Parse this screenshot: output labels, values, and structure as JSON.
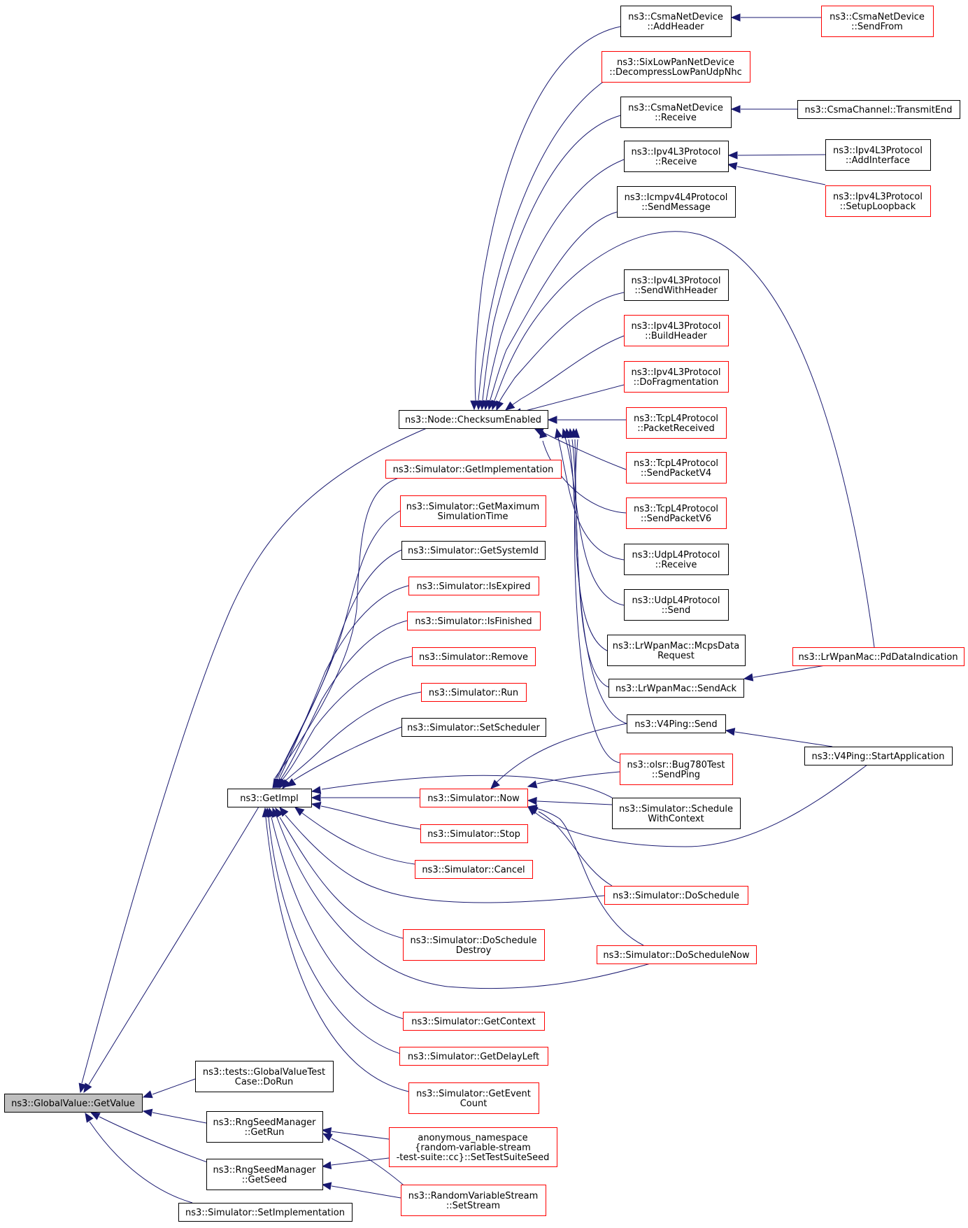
{
  "nodes": [
    {
      "id": "getvalue",
      "lines": [
        "ns3::GlobalValue::GetValue"
      ],
      "style": "gray"
    },
    {
      "id": "checksum",
      "lines": [
        "ns3::Node::ChecksumEnabled"
      ],
      "style": "black"
    },
    {
      "id": "getimpl",
      "lines": [
        "ns3::GetImpl"
      ],
      "style": "black"
    },
    {
      "id": "gvtest",
      "lines": [
        "ns3::tests::GlobalValueTest",
        "Case::DoRun"
      ],
      "style": "black"
    },
    {
      "id": "getrun",
      "lines": [
        "ns3::RngSeedManager",
        "::GetRun"
      ],
      "style": "black"
    },
    {
      "id": "getseed",
      "lines": [
        "ns3::RngSeedManager",
        "::GetSeed"
      ],
      "style": "black"
    },
    {
      "id": "setimpl",
      "lines": [
        "ns3::Simulator::SetImplementation"
      ],
      "style": "black"
    },
    {
      "id": "csma_addheader",
      "lines": [
        "ns3::CsmaNetDevice",
        "::AddHeader"
      ],
      "style": "black"
    },
    {
      "id": "csma_sendfrom",
      "lines": [
        "ns3::CsmaNetDevice",
        "::SendFrom"
      ],
      "style": "red"
    },
    {
      "id": "sixlowpan",
      "lines": [
        "ns3::SixLowPanNetDevice",
        "::DecompressLowPanUdpNhc"
      ],
      "style": "red"
    },
    {
      "id": "csma_receive",
      "lines": [
        "ns3::CsmaNetDevice",
        "::Receive"
      ],
      "style": "black"
    },
    {
      "id": "csma_transmit",
      "lines": [
        "ns3::CsmaChannel::TransmitEnd"
      ],
      "style": "black"
    },
    {
      "id": "ipv4_receive",
      "lines": [
        "ns3::Ipv4L3Protocol",
        "::Receive"
      ],
      "style": "black"
    },
    {
      "id": "ipv4_addif",
      "lines": [
        "ns3::Ipv4L3Protocol",
        "::AddInterface"
      ],
      "style": "black"
    },
    {
      "id": "ipv4_setuplo",
      "lines": [
        "ns3::Ipv4L3Protocol",
        "::SetupLoopback"
      ],
      "style": "red"
    },
    {
      "id": "icmp_send",
      "lines": [
        "ns3::Icmpv4L4Protocol",
        "::SendMessage"
      ],
      "style": "black"
    },
    {
      "id": "ipv4_sendwh",
      "lines": [
        "ns3::Ipv4L3Protocol",
        "::SendWithHeader"
      ],
      "style": "black"
    },
    {
      "id": "ipv4_build",
      "lines": [
        "ns3::Ipv4L3Protocol",
        "::BuildHeader"
      ],
      "style": "red"
    },
    {
      "id": "ipv4_frag",
      "lines": [
        "ns3::Ipv4L3Protocol",
        "::DoFragmentation"
      ],
      "style": "red"
    },
    {
      "id": "tcp_recv",
      "lines": [
        "ns3::TcpL4Protocol",
        "::PacketReceived"
      ],
      "style": "red"
    },
    {
      "id": "tcp_v4",
      "lines": [
        "ns3::TcpL4Protocol",
        "::SendPacketV4"
      ],
      "style": "red"
    },
    {
      "id": "tcp_v6",
      "lines": [
        "ns3::TcpL4Protocol",
        "::SendPacketV6"
      ],
      "style": "red"
    },
    {
      "id": "udp_recv",
      "lines": [
        "ns3::UdpL4Protocol",
        "::Receive"
      ],
      "style": "black"
    },
    {
      "id": "udp_send",
      "lines": [
        "ns3::UdpL4Protocol",
        "::Send"
      ],
      "style": "black"
    },
    {
      "id": "lr_mcps",
      "lines": [
        "ns3::LrWpanMac::McpsData",
        "Request"
      ],
      "style": "black"
    },
    {
      "id": "lr_pddata",
      "lines": [
        "ns3::LrWpanMac::PdDataIndication"
      ],
      "style": "red"
    },
    {
      "id": "lr_sendack",
      "lines": [
        "ns3::LrWpanMac::SendAck"
      ],
      "style": "black"
    },
    {
      "id": "v4ping_send",
      "lines": [
        "ns3::V4Ping::Send"
      ],
      "style": "black"
    },
    {
      "id": "v4ping_start",
      "lines": [
        "ns3::V4Ping::StartApplication"
      ],
      "style": "black"
    },
    {
      "id": "olsr",
      "lines": [
        "ns3::olsr::Bug780Test",
        "::SendPing"
      ],
      "style": "red"
    },
    {
      "id": "sched_ctx",
      "lines": [
        "ns3::Simulator::Schedule",
        "WithContext"
      ],
      "style": "black"
    },
    {
      "id": "doschedule",
      "lines": [
        "ns3::Simulator::DoSchedule"
      ],
      "style": "red"
    },
    {
      "id": "doschednow",
      "lines": [
        "ns3::Simulator::DoScheduleNow"
      ],
      "style": "red"
    },
    {
      "id": "sim_getimpl",
      "lines": [
        "ns3::Simulator::GetImplementation"
      ],
      "style": "red"
    },
    {
      "id": "sim_getmax",
      "lines": [
        "ns3::Simulator::GetMaximum",
        "SimulationTime"
      ],
      "style": "red"
    },
    {
      "id": "sim_sysid",
      "lines": [
        "ns3::Simulator::GetSystemId"
      ],
      "style": "black"
    },
    {
      "id": "sim_isexp",
      "lines": [
        "ns3::Simulator::IsExpired"
      ],
      "style": "red"
    },
    {
      "id": "sim_isfin",
      "lines": [
        "ns3::Simulator::IsFinished"
      ],
      "style": "red"
    },
    {
      "id": "sim_remove",
      "lines": [
        "ns3::Simulator::Remove"
      ],
      "style": "red"
    },
    {
      "id": "sim_run",
      "lines": [
        "ns3::Simulator::Run"
      ],
      "style": "red"
    },
    {
      "id": "sim_setsched",
      "lines": [
        "ns3::Simulator::SetScheduler"
      ],
      "style": "black"
    },
    {
      "id": "sim_now",
      "lines": [
        "ns3::Simulator::Now"
      ],
      "style": "red"
    },
    {
      "id": "sim_stop",
      "lines": [
        "ns3::Simulator::Stop"
      ],
      "style": "red"
    },
    {
      "id": "sim_cancel",
      "lines": [
        "ns3::Simulator::Cancel"
      ],
      "style": "red"
    },
    {
      "id": "sim_destroy",
      "lines": [
        "ns3::Simulator::DoSchedule",
        "Destroy"
      ],
      "style": "red"
    },
    {
      "id": "sim_getctx",
      "lines": [
        "ns3::Simulator::GetContext"
      ],
      "style": "red"
    },
    {
      "id": "sim_delay",
      "lines": [
        "ns3::Simulator::GetDelayLeft"
      ],
      "style": "red"
    },
    {
      "id": "sim_evcount",
      "lines": [
        "ns3::Simulator::GetEvent",
        "Count"
      ],
      "style": "red"
    },
    {
      "id": "anon_seed",
      "lines": [
        "anonymous_namespace",
        "{random-variable-stream",
        "-test-suite::cc}::SetTestSuiteSeed"
      ],
      "style": "red"
    },
    {
      "id": "rvs_setstream",
      "lines": [
        "ns3::RandomVariableStream",
        "::SetStream"
      ],
      "style": "red"
    }
  ],
  "edges": [
    [
      "checksum",
      "getvalue"
    ],
    [
      "getimpl",
      "getvalue"
    ],
    [
      "gvtest",
      "getvalue"
    ],
    [
      "getrun",
      "getvalue"
    ],
    [
      "getseed",
      "getvalue"
    ],
    [
      "setimpl",
      "getvalue"
    ],
    [
      "csma_addheader",
      "checksum"
    ],
    [
      "sixlowpan",
      "checksum"
    ],
    [
      "csma_receive",
      "checksum"
    ],
    [
      "ipv4_receive",
      "checksum"
    ],
    [
      "icmp_send",
      "checksum"
    ],
    [
      "lr_pddata",
      "checksum"
    ],
    [
      "ipv4_sendwh",
      "checksum"
    ],
    [
      "ipv4_build",
      "checksum"
    ],
    [
      "ipv4_frag",
      "checksum"
    ],
    [
      "tcp_recv",
      "checksum"
    ],
    [
      "tcp_v4",
      "checksum"
    ],
    [
      "tcp_v6",
      "checksum"
    ],
    [
      "udp_recv",
      "checksum"
    ],
    [
      "udp_send",
      "checksum"
    ],
    [
      "lr_mcps",
      "checksum"
    ],
    [
      "lr_sendack",
      "checksum"
    ],
    [
      "v4ping_send",
      "checksum"
    ],
    [
      "olsr",
      "checksum"
    ],
    [
      "csma_sendfrom",
      "csma_addheader"
    ],
    [
      "csma_transmit",
      "csma_receive"
    ],
    [
      "ipv4_addif",
      "ipv4_receive"
    ],
    [
      "ipv4_setuplo",
      "ipv4_receive"
    ],
    [
      "lr_pddata",
      "lr_sendack"
    ],
    [
      "v4ping_start",
      "v4ping_send"
    ],
    [
      "sim_getimpl",
      "getimpl"
    ],
    [
      "sim_getmax",
      "getimpl"
    ],
    [
      "sim_sysid",
      "getimpl"
    ],
    [
      "sim_isexp",
      "getimpl"
    ],
    [
      "sim_isfin",
      "getimpl"
    ],
    [
      "sim_remove",
      "getimpl"
    ],
    [
      "sim_run",
      "getimpl"
    ],
    [
      "sim_setsched",
      "getimpl"
    ],
    [
      "sched_ctx",
      "getimpl"
    ],
    [
      "sim_now",
      "getimpl"
    ],
    [
      "sim_stop",
      "getimpl"
    ],
    [
      "sim_cancel",
      "getimpl"
    ],
    [
      "doschedule",
      "getimpl"
    ],
    [
      "sim_destroy",
      "getimpl"
    ],
    [
      "doschednow",
      "getimpl"
    ],
    [
      "sim_getctx",
      "getimpl"
    ],
    [
      "sim_delay",
      "getimpl"
    ],
    [
      "sim_evcount",
      "getimpl"
    ],
    [
      "v4ping_send",
      "sim_now"
    ],
    [
      "olsr",
      "sim_now"
    ],
    [
      "sched_ctx",
      "sim_now"
    ],
    [
      "v4ping_start",
      "sim_now"
    ],
    [
      "doschedule",
      "sim_now"
    ],
    [
      "doschednow",
      "sim_now"
    ],
    [
      "anon_seed",
      "getrun"
    ],
    [
      "rvs_setstream",
      "getrun"
    ],
    [
      "anon_seed",
      "getseed"
    ],
    [
      "rvs_setstream",
      "getseed"
    ]
  ]
}
